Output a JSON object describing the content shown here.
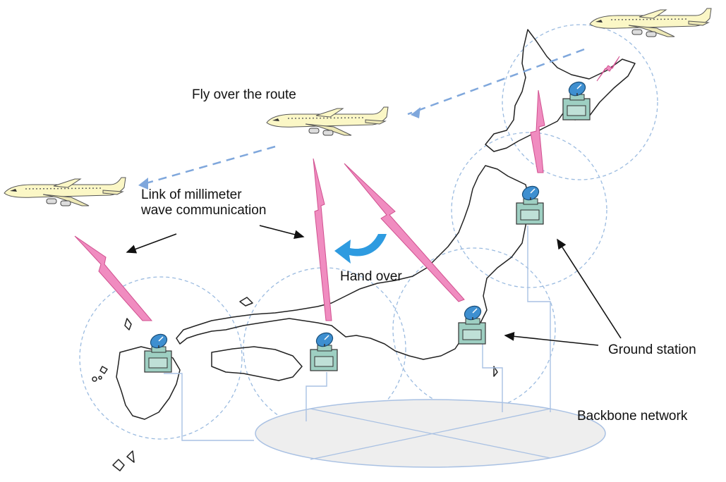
{
  "labels": {
    "fly_over": "Fly over the route",
    "link_line1": "Link of millimeter",
    "link_line2": "wave communication",
    "hand_over": "Hand over",
    "ground_station": "Ground station",
    "backbone": "Backbone network"
  },
  "colors": {
    "coverage_circle": "#9bbbe0",
    "flight_path": "#7fa7dc",
    "radio_link": "#f08cc0",
    "radio_link_stroke": "#d0508f",
    "station_body": "#9ecfc2",
    "station_dish": "#3e8fd0",
    "handover_arrow": "#2e9be0",
    "backbone_fill": "#eeeeee",
    "backbone_lines": "#a9c1e3",
    "airplane_body": "#fbf7c6",
    "map_outline": "#222222"
  },
  "icons": [
    "airplane-icon",
    "ground-station-icon",
    "lightning-link-icon",
    "handover-arrow-icon"
  ]
}
